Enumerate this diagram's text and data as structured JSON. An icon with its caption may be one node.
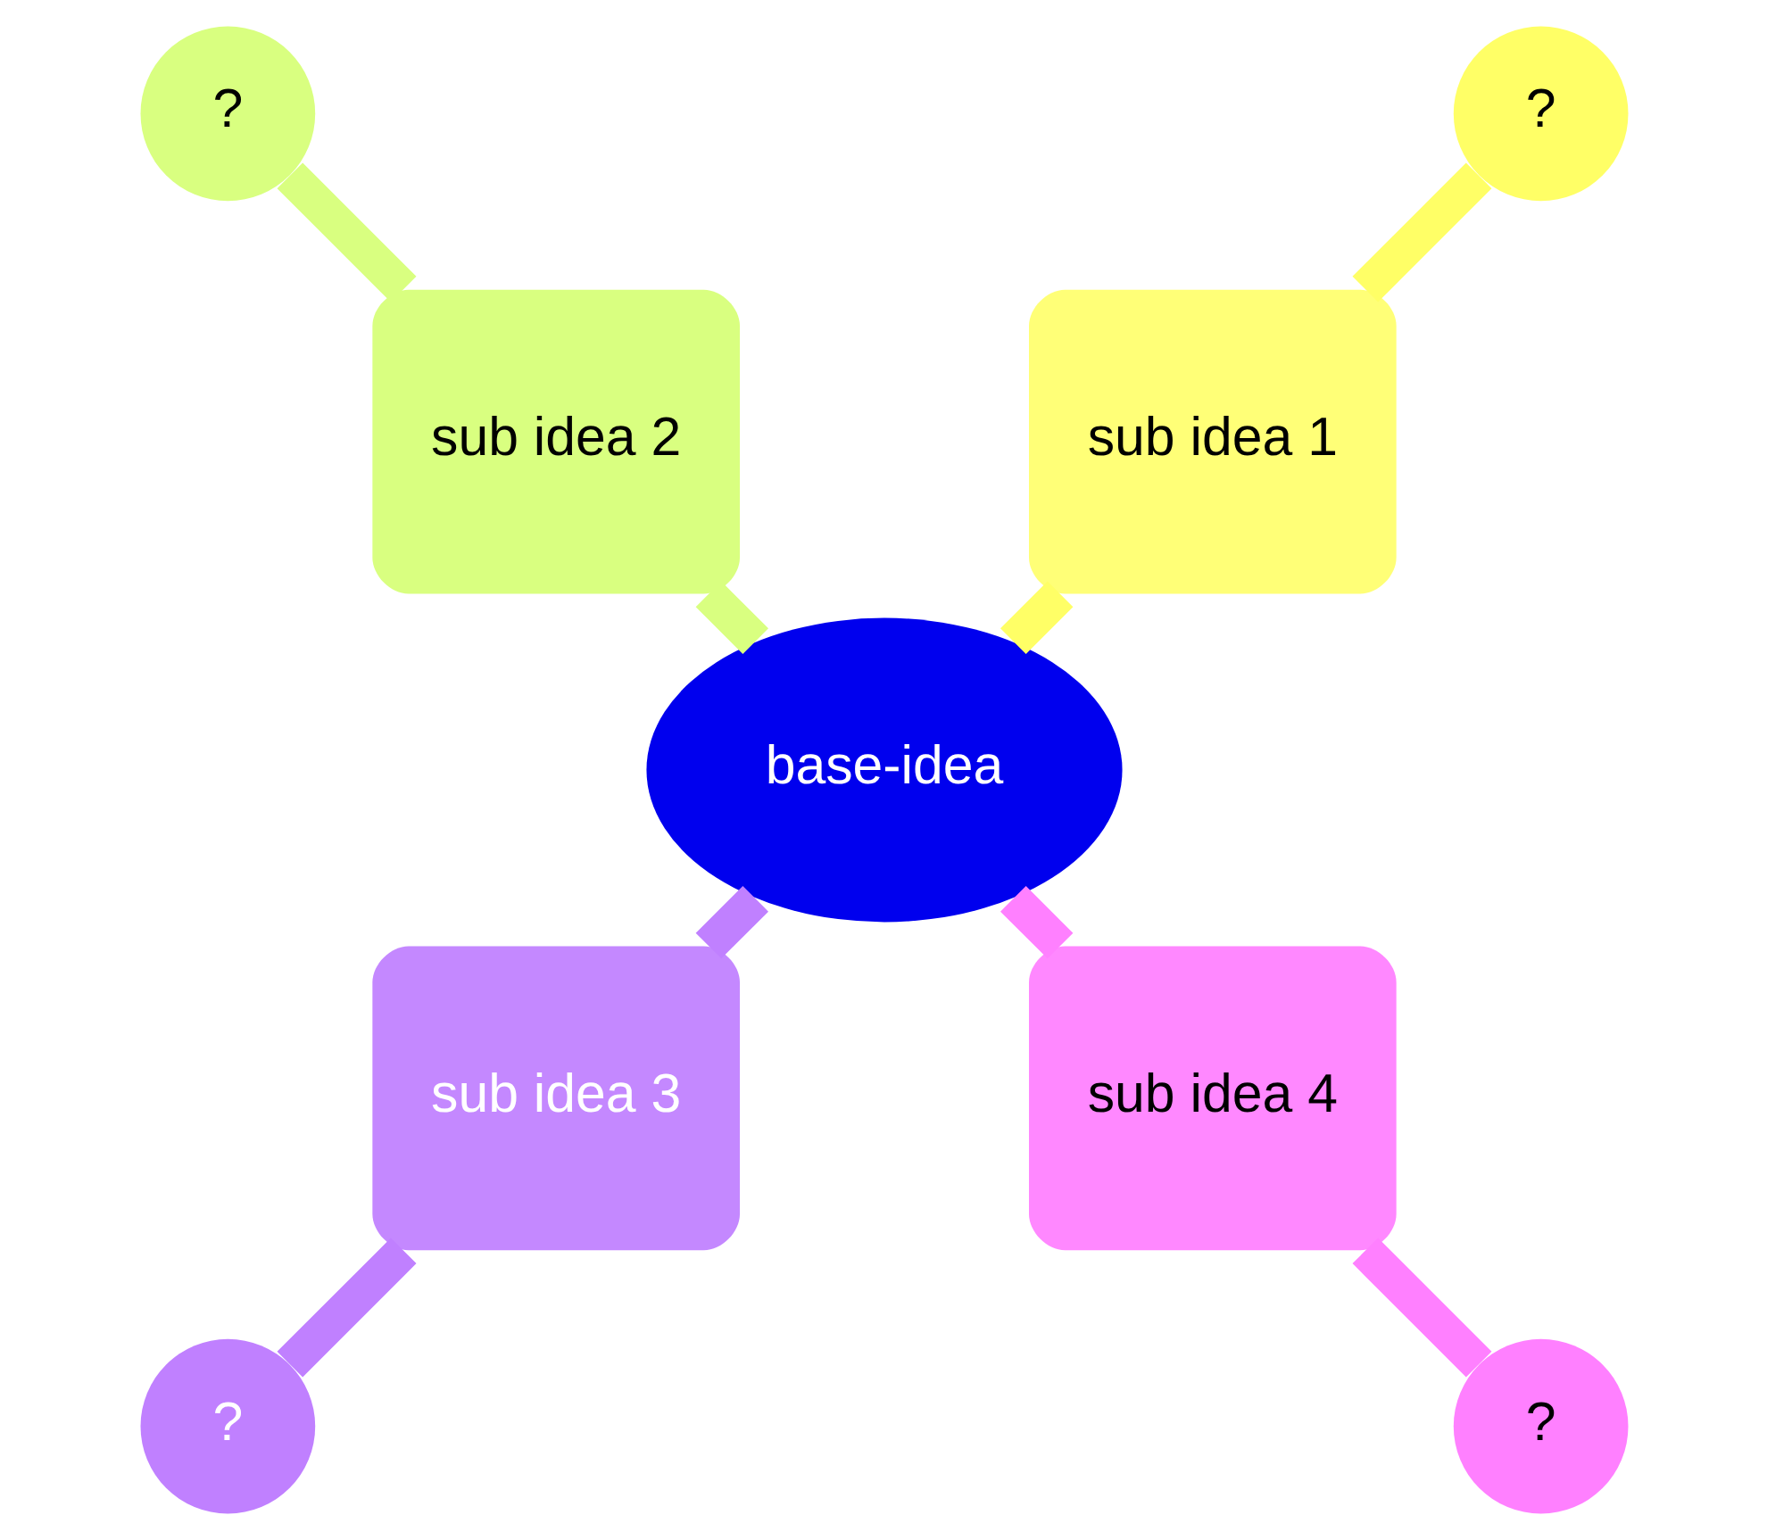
{
  "diagram": {
    "nodes": [
      {
        "text": [
          "base-idea"
        ]
      },
      {
        "text": [
          "sub idea 1"
        ]
      },
      {
        "text": [
          "sub idea 2"
        ]
      },
      {
        "text": [
          "sub idea 3"
        ]
      },
      {
        "text": [
          "sub idea 4"
        ]
      },
      {
        "text": [
          "?"
        ]
      },
      {
        "text": [
          "?"
        ]
      },
      {
        "text": [
          "?"
        ]
      },
      {
        "text": [
          "?"
        ]
      }
    ],
    "edges": [
      {
        "from": 0,
        "to": 1,
        "arrow": "none",
        "color": "#ffff66"
      },
      {
        "from": 0,
        "to": 2,
        "arrow": "none",
        "color": "#d9ff80"
      },
      {
        "from": 0,
        "to": 3,
        "arrow": "none",
        "color": "#c080ff"
      },
      {
        "from": 0,
        "to": 4,
        "arrow": "none",
        "color": "#ff80ff"
      },
      {
        "from": 1,
        "to": 5,
        "arrow": "none",
        "color": "#ffff66"
      },
      {
        "from": 2,
        "to": 6,
        "arrow": "none",
        "color": "#d9ff80"
      },
      {
        "from": 3,
        "to": 7,
        "arrow": "none",
        "color": "#c080ff"
      },
      {
        "from": 4,
        "to": 8,
        "arrow": "none",
        "color": "#ff80ff"
      }
    ]
  }
}
